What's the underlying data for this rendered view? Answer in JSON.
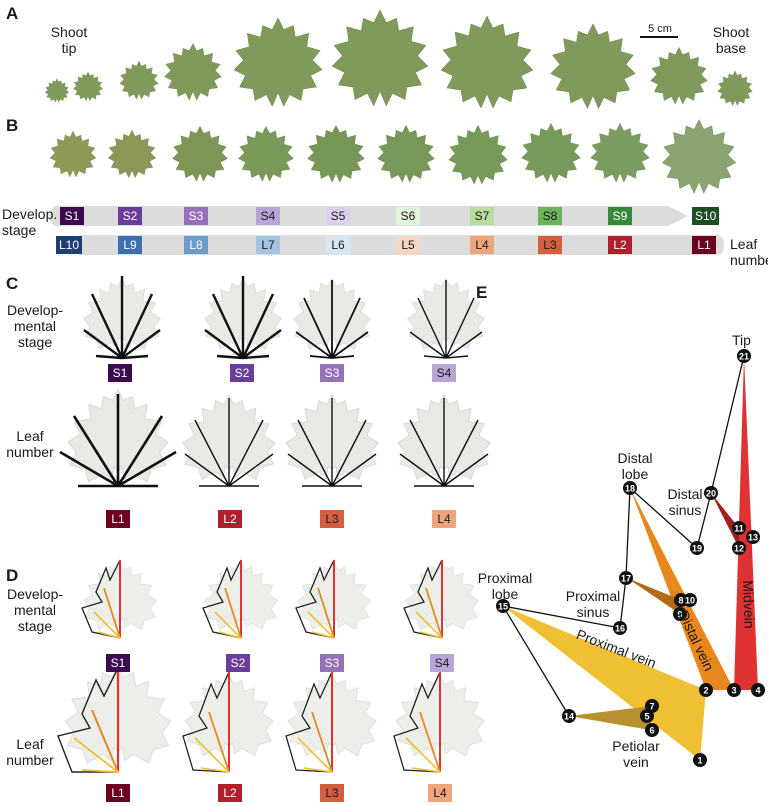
{
  "panels": {
    "a": "A",
    "b": "B",
    "c": "C",
    "d": "D",
    "e": "E"
  },
  "panel_a": {
    "shoot_tip": "Shoot\ntip",
    "shoot_base": "Shoot\nbase",
    "scale": "5 cm"
  },
  "panel_b": {
    "develop_label": "Develop.\nstage",
    "leaf_number_label": "Leaf\nnumber",
    "stages": [
      {
        "label": "S1",
        "bg": "#3b0a4f",
        "fg": "#ffffff"
      },
      {
        "label": "S2",
        "bg": "#6a3d9a",
        "fg": "#ffffff"
      },
      {
        "label": "S3",
        "bg": "#9671b8",
        "fg": "#ffffff"
      },
      {
        "label": "S4",
        "bg": "#b9a4d6",
        "fg": "#1a1a1a"
      },
      {
        "label": "S5",
        "bg": "#dcd0ea",
        "fg": "#1a1a1a"
      },
      {
        "label": "S6",
        "bg": "#e3f1d8",
        "fg": "#1a1a1a"
      },
      {
        "label": "S7",
        "bg": "#b7dca0",
        "fg": "#1a1a1a"
      },
      {
        "label": "S8",
        "bg": "#6fb25c",
        "fg": "#1a1a1a"
      },
      {
        "label": "S9",
        "bg": "#38883c",
        "fg": "#ffffff"
      },
      {
        "label": "S10",
        "bg": "#1d4f22",
        "fg": "#ffffff"
      }
    ],
    "leaves": [
      {
        "label": "L10",
        "bg": "#1f3e74",
        "fg": "#ffffff"
      },
      {
        "label": "L9",
        "bg": "#3b6fb0",
        "fg": "#ffffff"
      },
      {
        "label": "L8",
        "bg": "#6c9bcc",
        "fg": "#ffffff"
      },
      {
        "label": "L7",
        "bg": "#a3c4e2",
        "fg": "#1a1a1a"
      },
      {
        "label": "L6",
        "bg": "#d6e6f2",
        "fg": "#1a1a1a"
      },
      {
        "label": "L5",
        "bg": "#f6d7c1",
        "fg": "#1a1a1a"
      },
      {
        "label": "L4",
        "bg": "#eda57c",
        "fg": "#1a1a1a"
      },
      {
        "label": "L3",
        "bg": "#d35f40",
        "fg": "#1a1a1a"
      },
      {
        "label": "L2",
        "bg": "#b0202c",
        "fg": "#ffffff"
      },
      {
        "label": "L1",
        "bg": "#6b0020",
        "fg": "#ffffff"
      }
    ]
  },
  "panel_c": {
    "stage_label": "Develop-\nmental\nstage",
    "leaf_label": "Leaf\nnumber"
  },
  "panel_d": {
    "stage_label": "Develop-\nmental\nstage",
    "leaf_label": "Leaf\nnumber"
  },
  "panel_e": {
    "tip": "Tip",
    "distal_lobe": "Distal\nlobe",
    "distal_sinus": "Distal\nsinus",
    "proximal_lobe": "Proximal\nlobe",
    "proximal_sinus": "Proximal\nsinus",
    "proximal_vein": "Proximal vein",
    "distal_vein": "Distal vein",
    "midvein": "Midvein",
    "petiolar_vein": "Petiolar\nvein",
    "landmarks": [
      "1",
      "2",
      "3",
      "4",
      "5",
      "6",
      "7",
      "8",
      "9",
      "10",
      "11",
      "12",
      "13",
      "14",
      "15",
      "16",
      "17",
      "18",
      "19",
      "20",
      "21"
    ]
  },
  "colors": {
    "leaf_green": "#7f9a5b",
    "leaf_pale": "#e6e9e2",
    "midvein": "#e03232",
    "distal": "#e8871e",
    "proximal": "#efc034",
    "petiolar": "#b8902e"
  }
}
